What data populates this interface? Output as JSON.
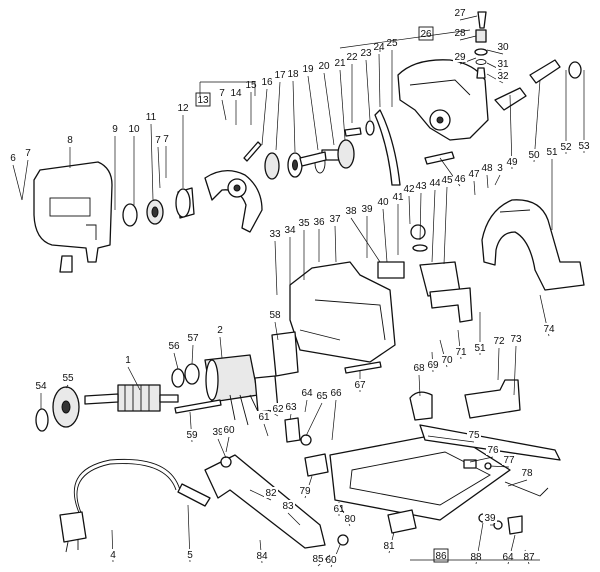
{
  "diagram": {
    "boxed_labels": [
      "13",
      "26",
      "86"
    ],
    "labels": [
      "1",
      "2",
      "3",
      "4",
      "5",
      "6",
      "7",
      "7",
      "7",
      "7",
      "8",
      "9",
      "10",
      "11",
      "12",
      "14",
      "15",
      "16",
      "17",
      "18",
      "19",
      "20",
      "21",
      "22",
      "23",
      "24",
      "25",
      "27",
      "28",
      "29",
      "30",
      "31",
      "32",
      "33",
      "34",
      "35",
      "36",
      "37",
      "38",
      "39",
      "39",
      "39",
      "40",
      "41",
      "42",
      "43",
      "44",
      "45",
      "46",
      "47",
      "48",
      "49",
      "50",
      "51",
      "51",
      "52",
      "53",
      "54",
      "55",
      "56",
      "57",
      "58",
      "59",
      "60",
      "60",
      "61",
      "61",
      "62",
      "63",
      "64",
      "64",
      "65",
      "66",
      "67",
      "68",
      "69",
      "70",
      "71",
      "72",
      "73",
      "74",
      "75",
      "76",
      "77",
      "78",
      "79",
      "80",
      "81",
      "82",
      "83",
      "84",
      "85",
      "87",
      "88"
    ]
  }
}
